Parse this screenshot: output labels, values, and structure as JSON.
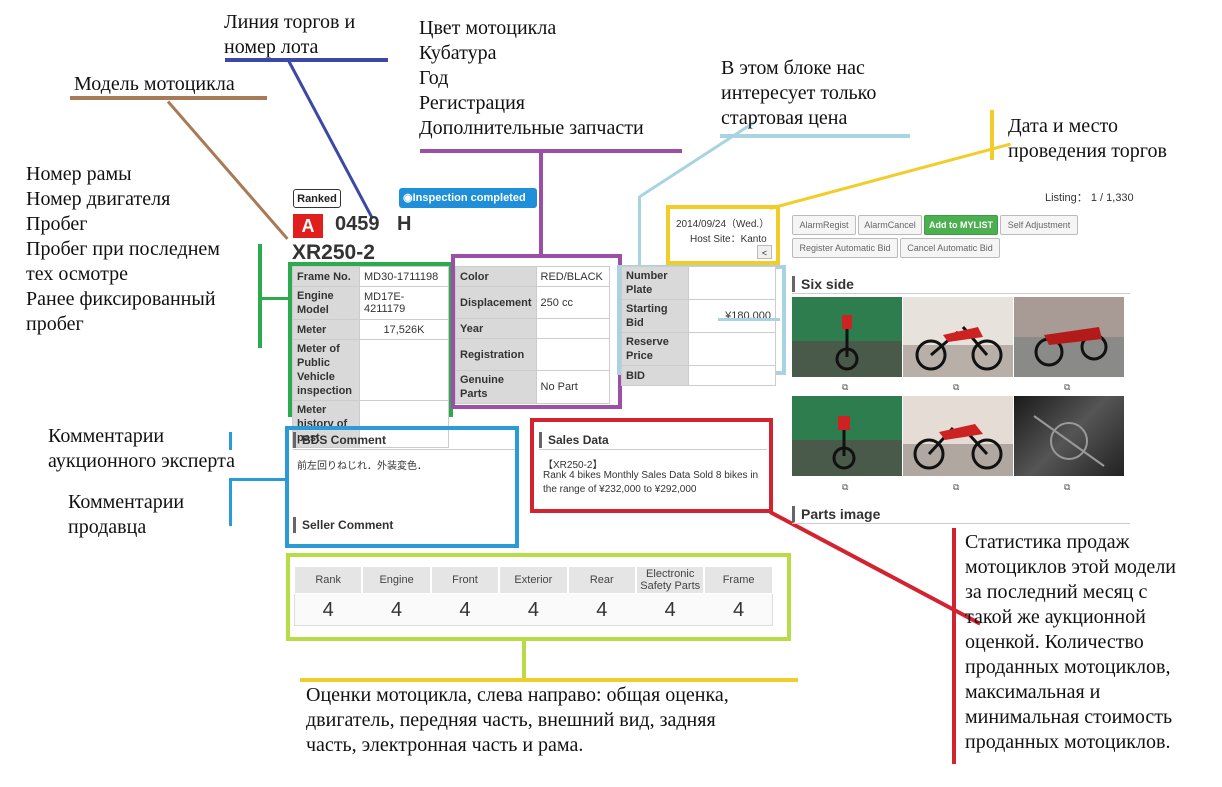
{
  "annotations": {
    "lot_line": "Линия торгов и\nномер лота",
    "model": "Модель мотоцикла",
    "color_block": "Цвет мотоцикла\nКубатура\nГод\nРегистрация\nДополнительные запчасти",
    "price_block": "В этом блоке нас\nинтересует только\nстартовая цена",
    "date_place": "Дата и место\nпроведения торгов",
    "frame_block": "Номер рамы\nНомер двигателя\nПробег\nПробег при последнем\nтех осмотре\nРанее фиксированный\nпробег",
    "expert_comment": "Комментарии\nаукционного эксперта",
    "seller_comment": "Комментарии\nпродавца",
    "grades": "Оценки мотоцикла, слева направо: общая оценка,\nдвигатель, передняя часть, внешний вид, задняя\nчасть, электронная часть и рама.",
    "sales_stats": "Статистика продаж\nмотоциклов этой модели\nза последний месяц с\nтакой же аукционной\nоценкой. Количество\nпроданных мотоциклов,\nмаксимальная и\nминимальная стоимость\nпроданных мотоциклов."
  },
  "badges": {
    "ranked": "Ranked",
    "inspection": "Inspection completed"
  },
  "lot": {
    "line": "A",
    "number": "0459",
    "suffix": "H",
    "model": "XR250-2"
  },
  "spec_left": [
    {
      "label": "Frame No.",
      "value": "MD30-1711198"
    },
    {
      "label": "Engine Model",
      "value": "MD17E-4211179"
    },
    {
      "label": "Meter",
      "value": "17,526K"
    },
    {
      "label": "Meter of Public Vehicle inspection",
      "value": ""
    },
    {
      "label": "Meter history of past",
      "value": ""
    }
  ],
  "spec_mid": [
    {
      "label": "Color",
      "value": "RED/BLACK"
    },
    {
      "label": "Displacement",
      "value": "250 cc"
    },
    {
      "label": "Year",
      "value": ""
    },
    {
      "label": "Registration",
      "value": ""
    },
    {
      "label": "Genuine Parts",
      "value": "No Part"
    }
  ],
  "spec_right": [
    {
      "label": "Number Plate",
      "value": ""
    },
    {
      "label": "Starting Bid",
      "value": "¥180,000"
    },
    {
      "label": "Reserve Price",
      "value": ""
    },
    {
      "label": "BID",
      "value": ""
    }
  ],
  "auction": {
    "date": "2014/09/24（Wed.）",
    "host_label": "Host Site：",
    "host": "Kanto",
    "back": "<"
  },
  "listing": "Listing： 1 / 1,330",
  "buttons": {
    "alarm_regist": "AlarmRegist",
    "alarm_cancel": "AlarmCancel",
    "add_mylist": "Add to MYLIST",
    "self_adjust": "Self Adjustment",
    "register_bid": "Register Automatic Bid",
    "cancel_bid": "Cancel Automatic Bid"
  },
  "sections": {
    "six_side": "Six side",
    "parts_image": "Parts image"
  },
  "comments": {
    "bds_title": "BDS Comment",
    "bds_text": "前左回りねじれ．外装変色．",
    "seller_title": "Seller Comment"
  },
  "sales": {
    "title": "Sales Data",
    "model": "【XR250-2】",
    "text": "Rank 4 bikes Monthly Sales Data Sold 8 bikes in the range of ¥232,000 to ¥292,000"
  },
  "grades": {
    "headers": [
      "Rank",
      "Engine",
      "Front",
      "Exterior",
      "Rear",
      "Electronic Safety Parts",
      "Frame"
    ],
    "values": [
      "4",
      "4",
      "4",
      "4",
      "4",
      "4",
      "4"
    ]
  },
  "colors": {
    "brown": "#a87a58",
    "navy": "#3b48a8",
    "purple": "#9b4fa7",
    "lightblue": "#a8d4e2",
    "yellow": "#f2cd2a",
    "green": "#2eaa4e",
    "blue": "#2a9bd6",
    "red": "#d32230",
    "lime": "#b7dc46"
  }
}
